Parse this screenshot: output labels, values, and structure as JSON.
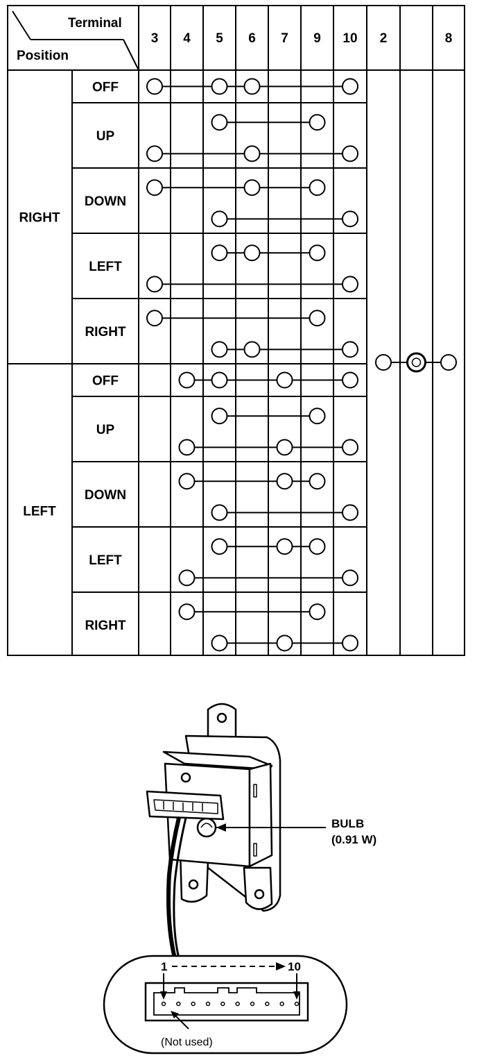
{
  "table": {
    "header_terminal": "Terminal",
    "header_position": "Position",
    "terminals": [
      "3",
      "4",
      "5",
      "6",
      "7",
      "9",
      "10",
      "2",
      "",
      "8"
    ],
    "groups": [
      {
        "label": "RIGHT",
        "rows": [
          {
            "label": "OFF",
            "lines": [
              [
                "3",
                "5",
                "6",
                "10"
              ]
            ]
          },
          {
            "label": "UP",
            "lines": [
              [
                "5",
                "9"
              ],
              [
                "3",
                "6",
                "10"
              ]
            ]
          },
          {
            "label": "DOWN",
            "lines": [
              [
                "3",
                "6",
                "9"
              ],
              [
                "5",
                "10"
              ]
            ]
          },
          {
            "label": "LEFT",
            "lines": [
              [
                "5",
                "6",
                "9"
              ],
              [
                "3",
                "10"
              ]
            ]
          },
          {
            "label": "RIGHT",
            "lines": [
              [
                "3",
                "9"
              ],
              [
                "5",
                "6",
                "10"
              ]
            ]
          }
        ]
      },
      {
        "label": "LEFT",
        "rows": [
          {
            "label": "OFF",
            "lines": [
              [
                "4",
                "5",
                "7",
                "10"
              ]
            ]
          },
          {
            "label": "UP",
            "lines": [
              [
                "5",
                "9"
              ],
              [
                "4",
                "7",
                "10"
              ]
            ]
          },
          {
            "label": "DOWN",
            "lines": [
              [
                "4",
                "7",
                "9"
              ],
              [
                "5",
                "10"
              ]
            ]
          },
          {
            "label": "LEFT",
            "lines": [
              [
                "5",
                "7",
                "9"
              ],
              [
                "4",
                "10"
              ]
            ]
          },
          {
            "label": "RIGHT",
            "lines": [
              [
                "4",
                "9"
              ],
              [
                "5",
                "7",
                "10"
              ]
            ]
          }
        ]
      }
    ],
    "indicator_circuit": [
      "2",
      "bulb",
      "8"
    ]
  },
  "illustration": {
    "bulb_label": "BULB",
    "bulb_rating": "(0.91 W)",
    "pin_first": "1",
    "pin_last": "10",
    "not_used_label": "(Not used)"
  }
}
